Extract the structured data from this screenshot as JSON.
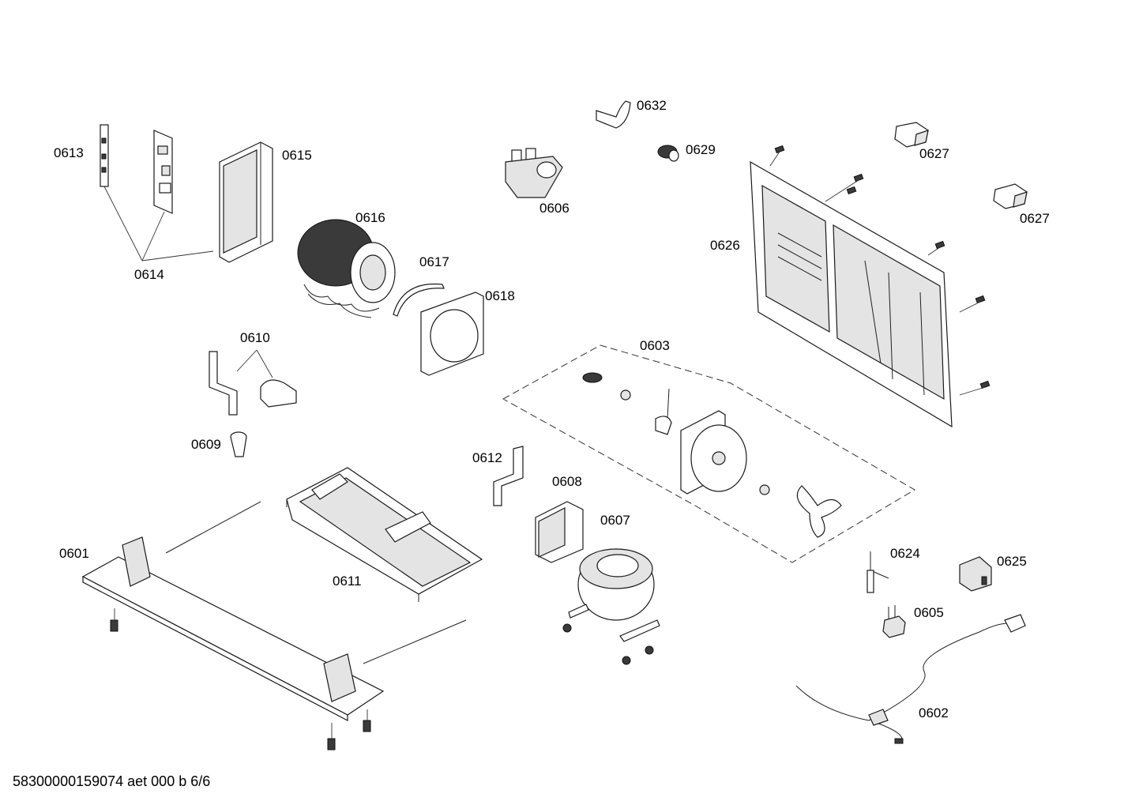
{
  "labels": {
    "p0601": "0601",
    "p0602": "0602",
    "p0603": "0603",
    "p0605": "0605",
    "p0606": "0606",
    "p0607": "0607",
    "p0608": "0608",
    "p0609": "0609",
    "p0610": "0610",
    "p0611": "0611",
    "p0612": "0612",
    "p0613": "0613",
    "p0614": "0614",
    "p0615": "0615",
    "p0616": "0616",
    "p0617": "0617",
    "p0618": "0618",
    "p0624": "0624",
    "p0625": "0625",
    "p0626": "0626",
    "p0627a": "0627",
    "p0627b": "0627",
    "p0629": "0629",
    "p0632": "0632"
  },
  "footer": "58300000159074 aet 000 b 6/6"
}
